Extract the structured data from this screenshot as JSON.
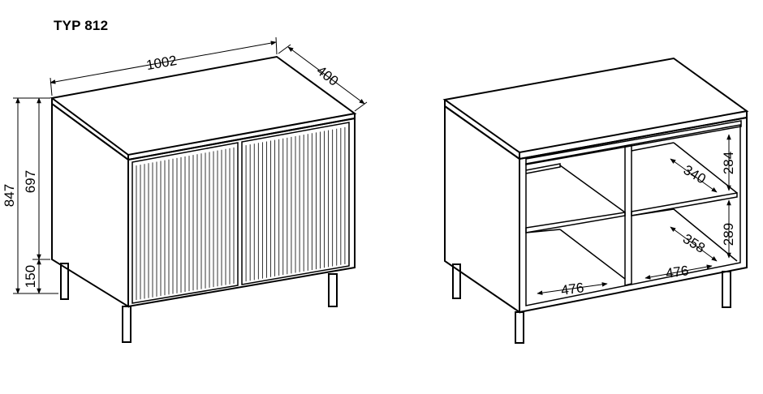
{
  "title": "TYP 812",
  "front_view": {
    "width": "1002",
    "depth": "400",
    "total_height": "847",
    "body_height": "697",
    "leg_height": "150"
  },
  "open_view": {
    "upper_height": "284",
    "lower_height": "289",
    "upper_depth": "340",
    "lower_depth": "358",
    "left_width": "476",
    "right_width": "476"
  },
  "colors": {
    "line": "#000000",
    "background": "#ffffff"
  }
}
